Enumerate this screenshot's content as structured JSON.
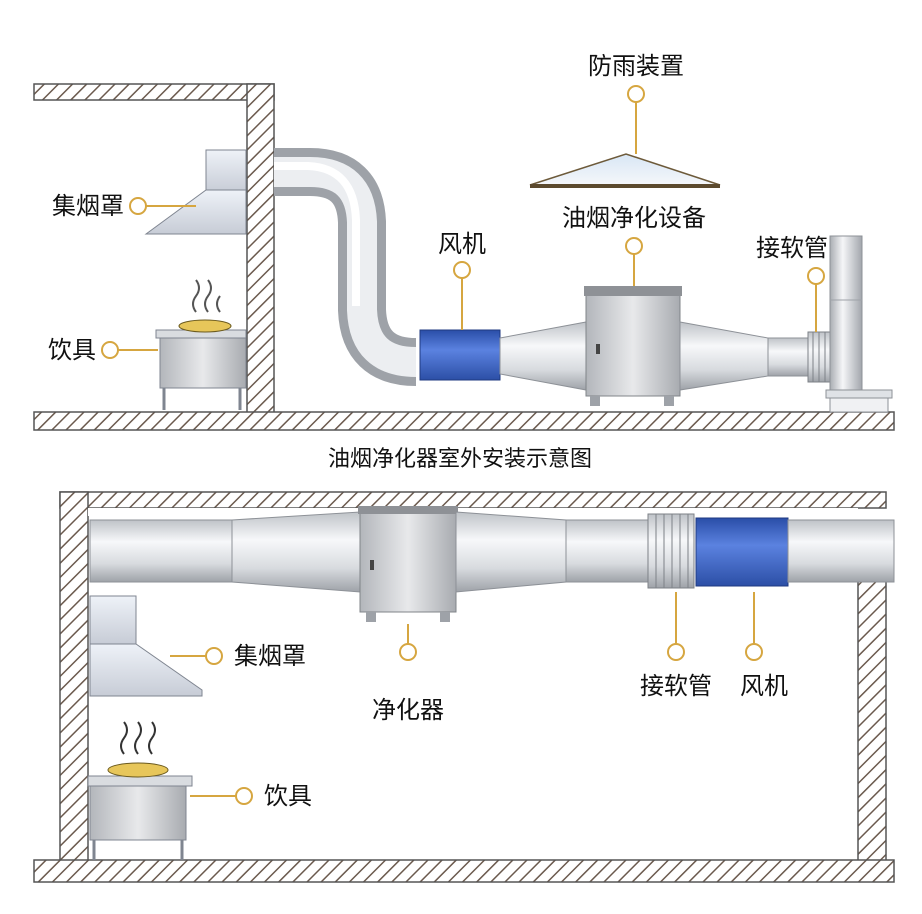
{
  "outdoor": {
    "labels": {
      "rain_cover": "防雨装置",
      "hood": "集烟罩",
      "stove": "饮具",
      "fan": "风机",
      "purifier": "油烟净化设备",
      "flex_pipe": "接软管"
    }
  },
  "caption": "油烟净化器室外安装示意图",
  "indoor": {
    "labels": {
      "hood": "集烟罩",
      "purifier": "净化器",
      "flex_pipe": "接软管",
      "fan": "风机",
      "stove": "饮具"
    }
  },
  "colors": {
    "duct_light": "#f4f5f7",
    "duct_dark": "#9ea2a8",
    "fan_blue": "#3f66c9",
    "hatch": "#6b5a4e",
    "leader": "#d6a640"
  }
}
